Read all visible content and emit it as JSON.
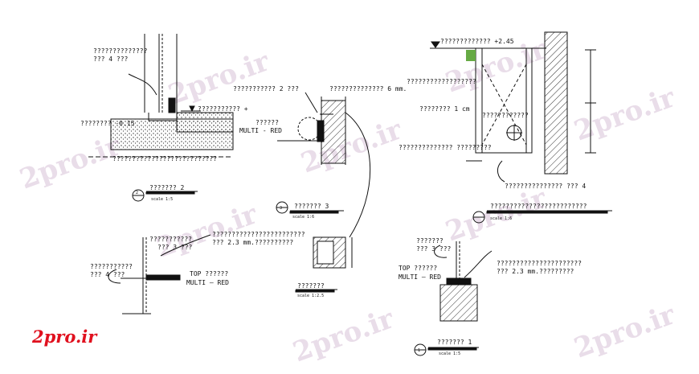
{
  "brand": {
    "logo_text": "2pro.ir",
    "watermark_text": "2pro.ir"
  },
  "labels": {
    "d2_note_a": "??????????????",
    "d2_note_b": "???  4 ???",
    "d2_level": "????????  -0.15",
    "d2_level_mark": "??????????? +",
    "d2_base": "???????????????????????????",
    "d2_title": "??????? 2",
    "d2_scale": "scale 1:5",
    "d3_note_a": "??????????? 2 ???",
    "d3_note_b": "?????????????? 6 mm.",
    "d3_note_c": "??????",
    "d3_note_d": "MULTI - RED",
    "d3_title": "??????? 3",
    "d3_scale": "scale 1:6",
    "d4_level": "?????????????  +2.45",
    "d4_note_a": "??????????????????",
    "d4_note_b": "????????  1 cm",
    "d4_note_c": "????????????",
    "d4_note_d": "?????????????? ?????????",
    "d4_note_e": "??????????????? ??? 4",
    "d4_title": "?????????????????????????",
    "d4_scale": "scale 1:6",
    "d5_note_a": "???????????",
    "d5_note_b": "???    3 ???",
    "d5_note_c": "????????????????????????",
    "d5_note_d": "??? 2.3 mm.??????????",
    "d5_note_e": "???????????",
    "d5_note_f": "???   4 ???",
    "d5_note_g": "TOP ??????",
    "d5_note_h": "MULTI — RED",
    "d6_title": "???????",
    "d6_scale": "scale 1:2.5",
    "d1_note_a": "???????",
    "d1_note_b": "???  3 ???",
    "d1_note_c": "TOP ??????",
    "d1_note_d": "MULTI — RED",
    "d1_note_e": "??????????????????????",
    "d1_note_f": "??? 2.3 mm.?????????",
    "d1_title": "??????? 1",
    "d1_scale": "scale 1:5",
    "tag_2": "2",
    "tag_3": "3",
    "tag_1": "1"
  },
  "colors": {
    "line": "#111111",
    "hatch": "#333333",
    "brand": "#e0101e",
    "watermark": "#e9dde9",
    "accent_green": "#3c8a3c"
  }
}
